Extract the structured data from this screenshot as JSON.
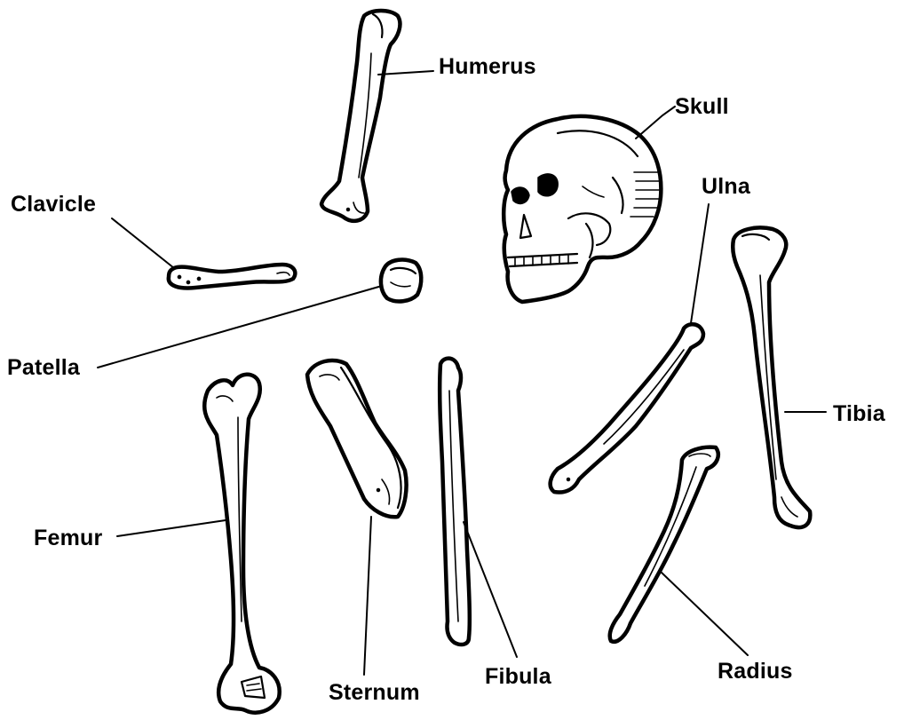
{
  "diagram": {
    "labels": {
      "humerus": "Humerus",
      "skull": "Skull",
      "clavicle": "Clavicle",
      "ulna": "Ulna",
      "patella": "Patella",
      "tibia": "Tibia",
      "femur": "Femur",
      "sternum": "Sternum",
      "fibula": "Fibula",
      "radius": "Radius"
    }
  }
}
